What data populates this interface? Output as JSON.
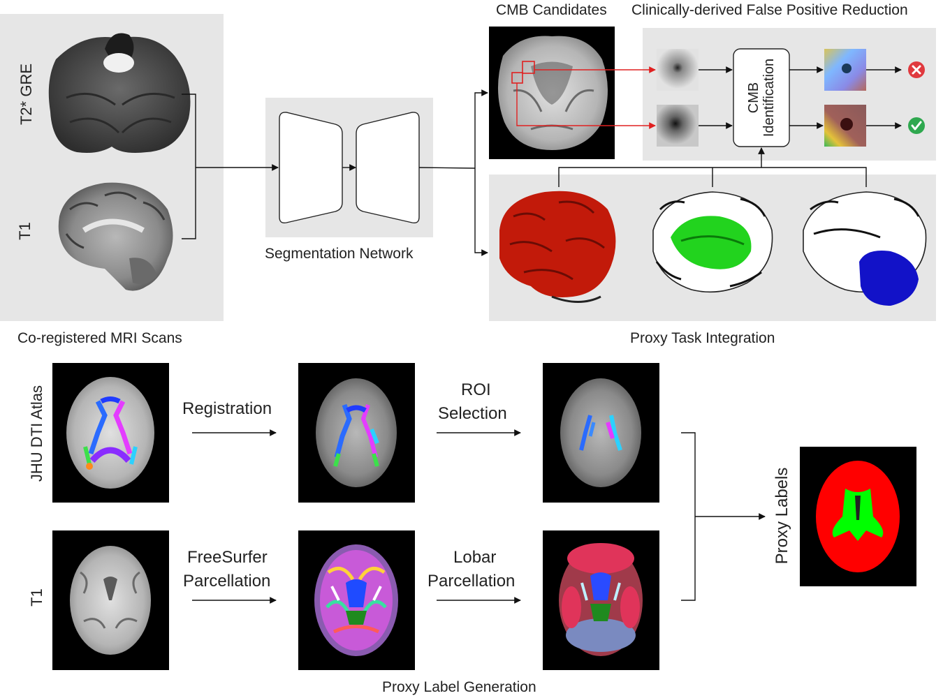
{
  "panels": {
    "mri_title": "Co-registered MRI Scans",
    "mri_top_label": "T2* GRE",
    "mri_bottom_label": "T1",
    "segnet_title": "Segmentation Network",
    "cmb_title": "CMB Candidates",
    "fpr_title": "Clinically-derived False Positive Reduction",
    "cmb_identification": "CMB Identification",
    "proxy_task_title": "Proxy Task Integration"
  },
  "bottom": {
    "atlas_label": "JHU DTI Atlas",
    "t1_label": "T1",
    "registration": "Registration",
    "roi_selection_line1": "ROI",
    "roi_selection_line2": "Selection",
    "freesurfer_line1": "FreeSurfer",
    "freesurfer_line2": "Parcellation",
    "lobar_line1": "Lobar",
    "lobar_line2": "Parcellation",
    "proxy_labels": "Proxy Labels",
    "generation_title": "Proxy Label Generation"
  },
  "colors": {
    "panel": "#e6e6e6",
    "red_arrow": "#e02020",
    "reject": "#e0393e",
    "accept": "#2fa84f",
    "proxy_red": "#ff0000",
    "proxy_green": "#00ff00",
    "seg_red": "#c21a0a",
    "seg_green": "#22d31e",
    "seg_blue": "#1212c8"
  },
  "icons": [
    "reject-icon",
    "accept-icon"
  ]
}
